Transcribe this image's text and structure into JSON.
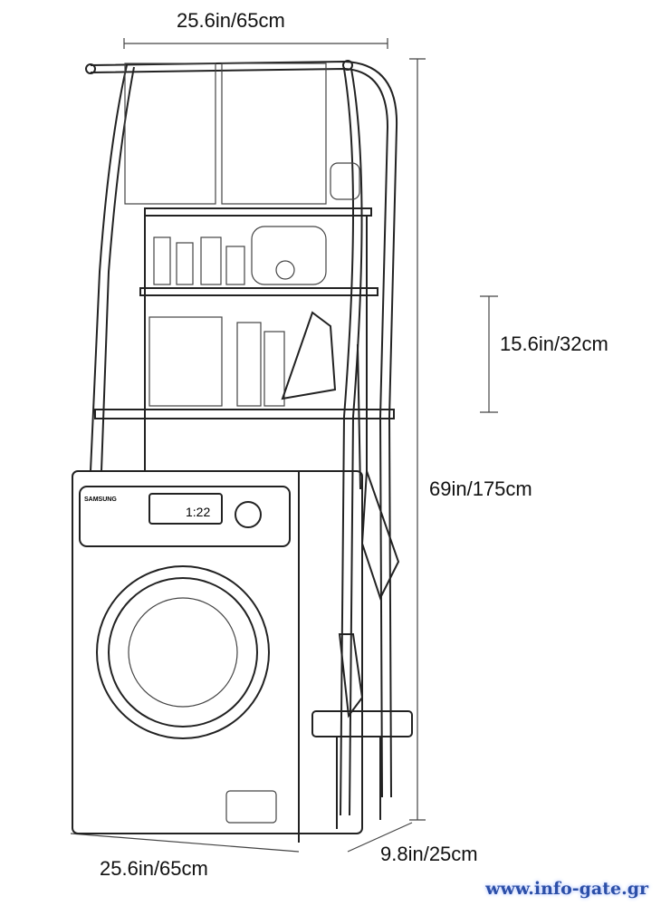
{
  "dimensions": {
    "top_width": "25.6in/65cm",
    "shelf_spacing": "15.6in/32cm",
    "total_height": "69in/175cm",
    "bottom_width": "25.6in/65cm",
    "depth": "9.8in/25cm"
  },
  "washer": {
    "brand": "SAMSUNG",
    "display": "1:22"
  },
  "watermark": "www.info-gate.gr"
}
